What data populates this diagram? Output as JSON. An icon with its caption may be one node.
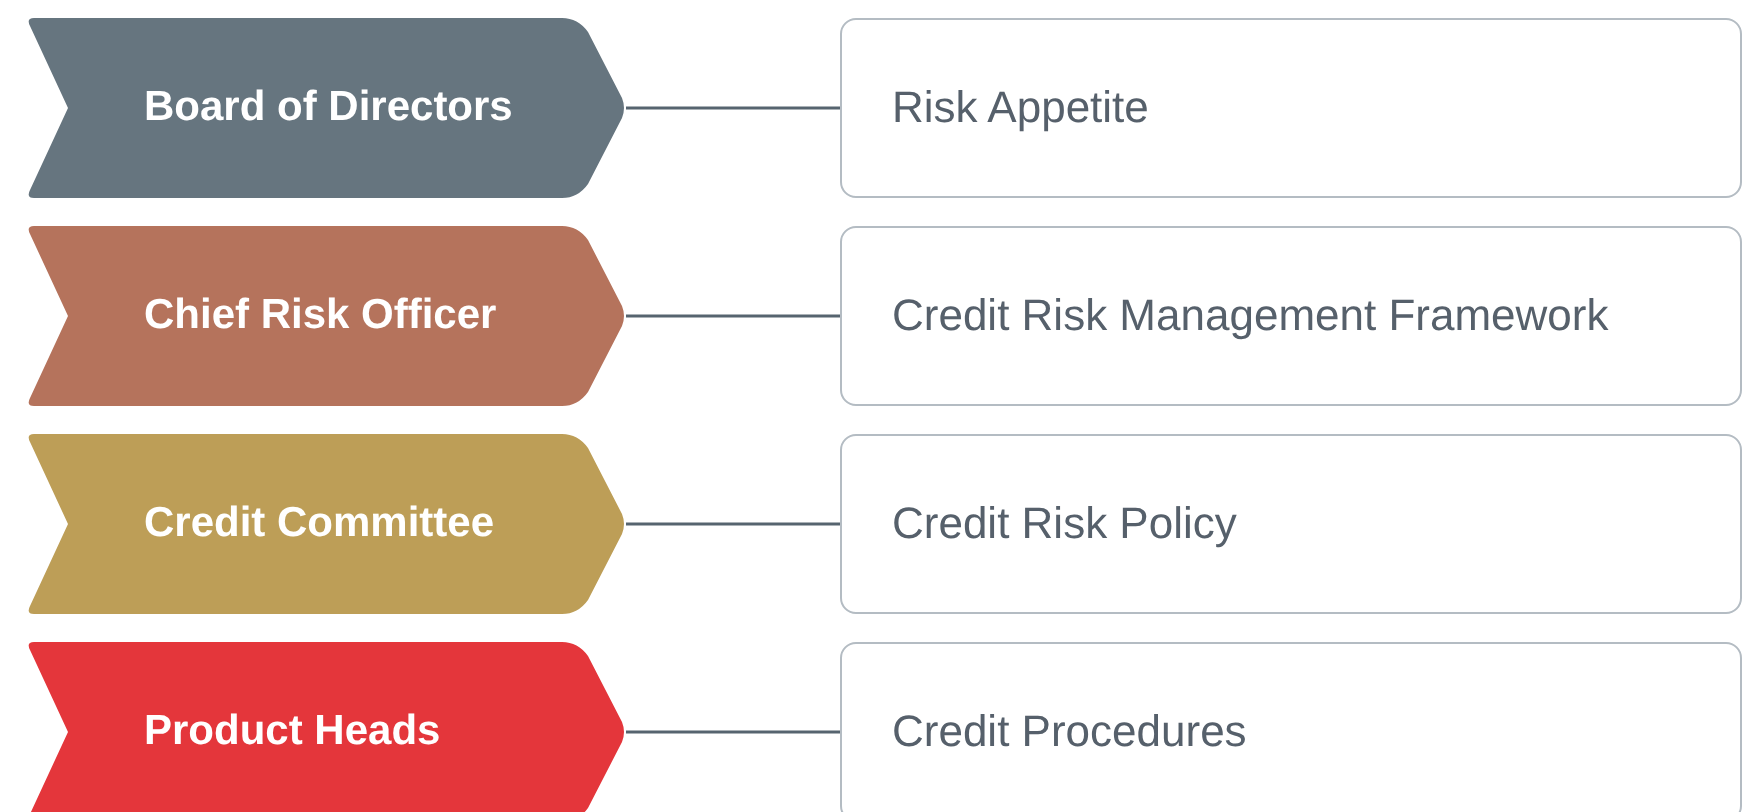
{
  "diagram": {
    "nodes": [
      {
        "text": [
          "Board of Directors"
        ]
      },
      {
        "text": [
          "Risk Appetite"
        ]
      },
      {
        "text": [
          "Chief Risk Officer"
        ]
      },
      {
        "text": [
          "Credit Risk Management Framework"
        ]
      },
      {
        "text": [
          "Credit Committee"
        ]
      },
      {
        "text": [
          "Credit Risk Policy"
        ]
      },
      {
        "text": [
          "Product Heads"
        ]
      },
      {
        "text": [
          "Credit Procedures"
        ]
      }
    ],
    "edges": [
      {
        "from": 0,
        "to": 1,
        "arrow": "none"
      },
      {
        "from": 2,
        "to": 3,
        "arrow": "none"
      },
      {
        "from": 4,
        "to": 5,
        "arrow": "none"
      },
      {
        "from": 6,
        "to": 7,
        "arrow": "none"
      }
    ]
  }
}
